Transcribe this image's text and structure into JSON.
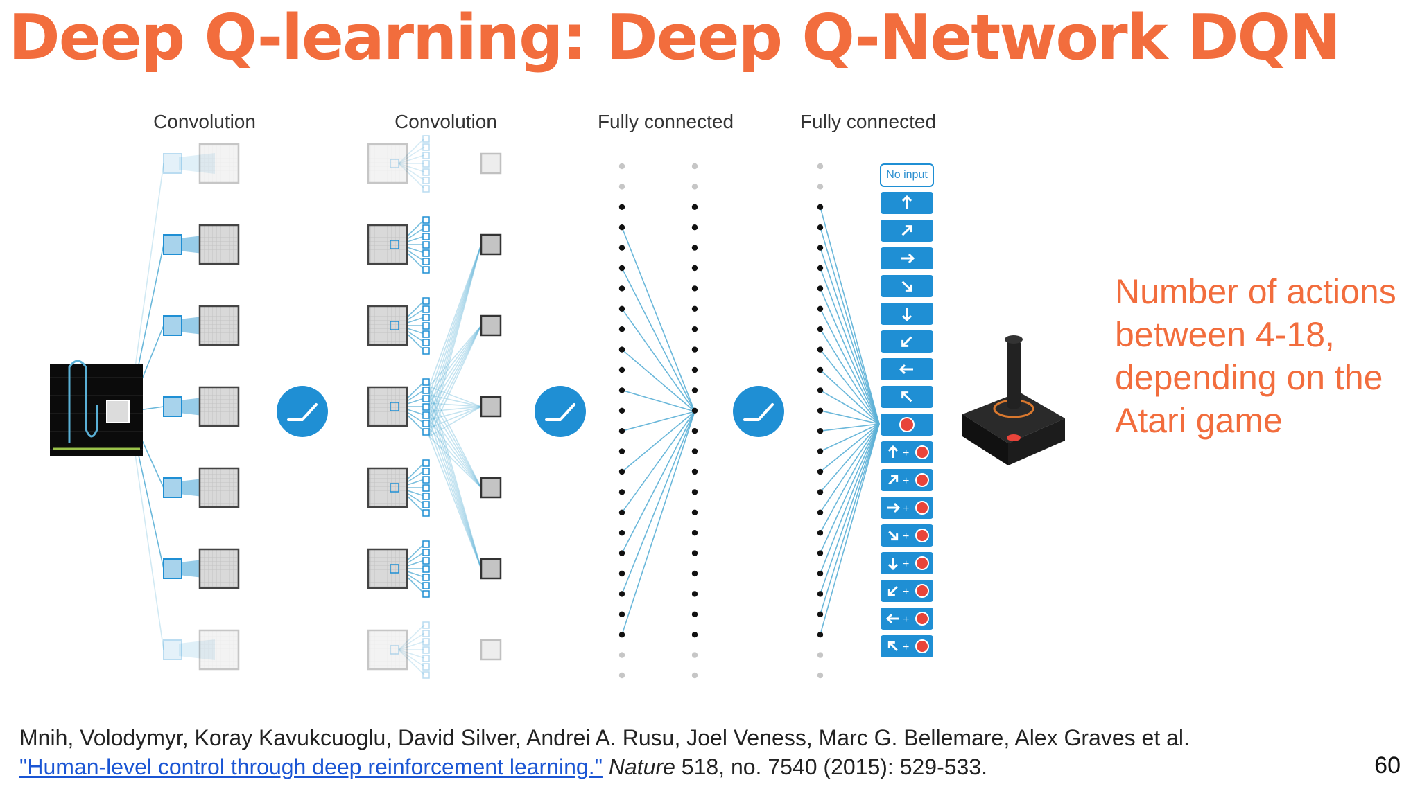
{
  "title": "Deep Q-learning: Deep Q-Network DQN",
  "layers": {
    "conv1": "Convolution",
    "conv2": "Convolution",
    "fc1": "Fully connected",
    "fc2": "Fully connected"
  },
  "actions": {
    "no_input_label": "No input",
    "buttons": [
      "up",
      "up-right",
      "right",
      "down-right",
      "down",
      "down-left",
      "left",
      "up-left",
      "fire",
      "up+fire",
      "up-right+fire",
      "right+fire",
      "down-right+fire",
      "down+fire",
      "down-left+fire",
      "left+fire",
      "up-left+fire"
    ]
  },
  "side_note": "Number of actions between 4-18, depending on the Atari game",
  "citation": {
    "authors": "Mnih, Volodymyr, Koray Kavukcuoglu, David Silver, Andrei A. Rusu, Joel Veness, Marc G. Bellemare, Alex Graves et al.",
    "paper_title": "\"Human-level control through deep reinforcement learning.\"",
    "journal": "Nature",
    "details": " 518, no. 7540 (2015): 529-533."
  },
  "page_number": "60",
  "colors": {
    "accent": "#f26d3d",
    "blue": "#1f8fd4",
    "line": "#5ab0d6",
    "link": "#1a55d4"
  },
  "icons": {
    "relu": "relu-icon",
    "input": "game-screen-icon",
    "controller": "joystick-icon"
  }
}
